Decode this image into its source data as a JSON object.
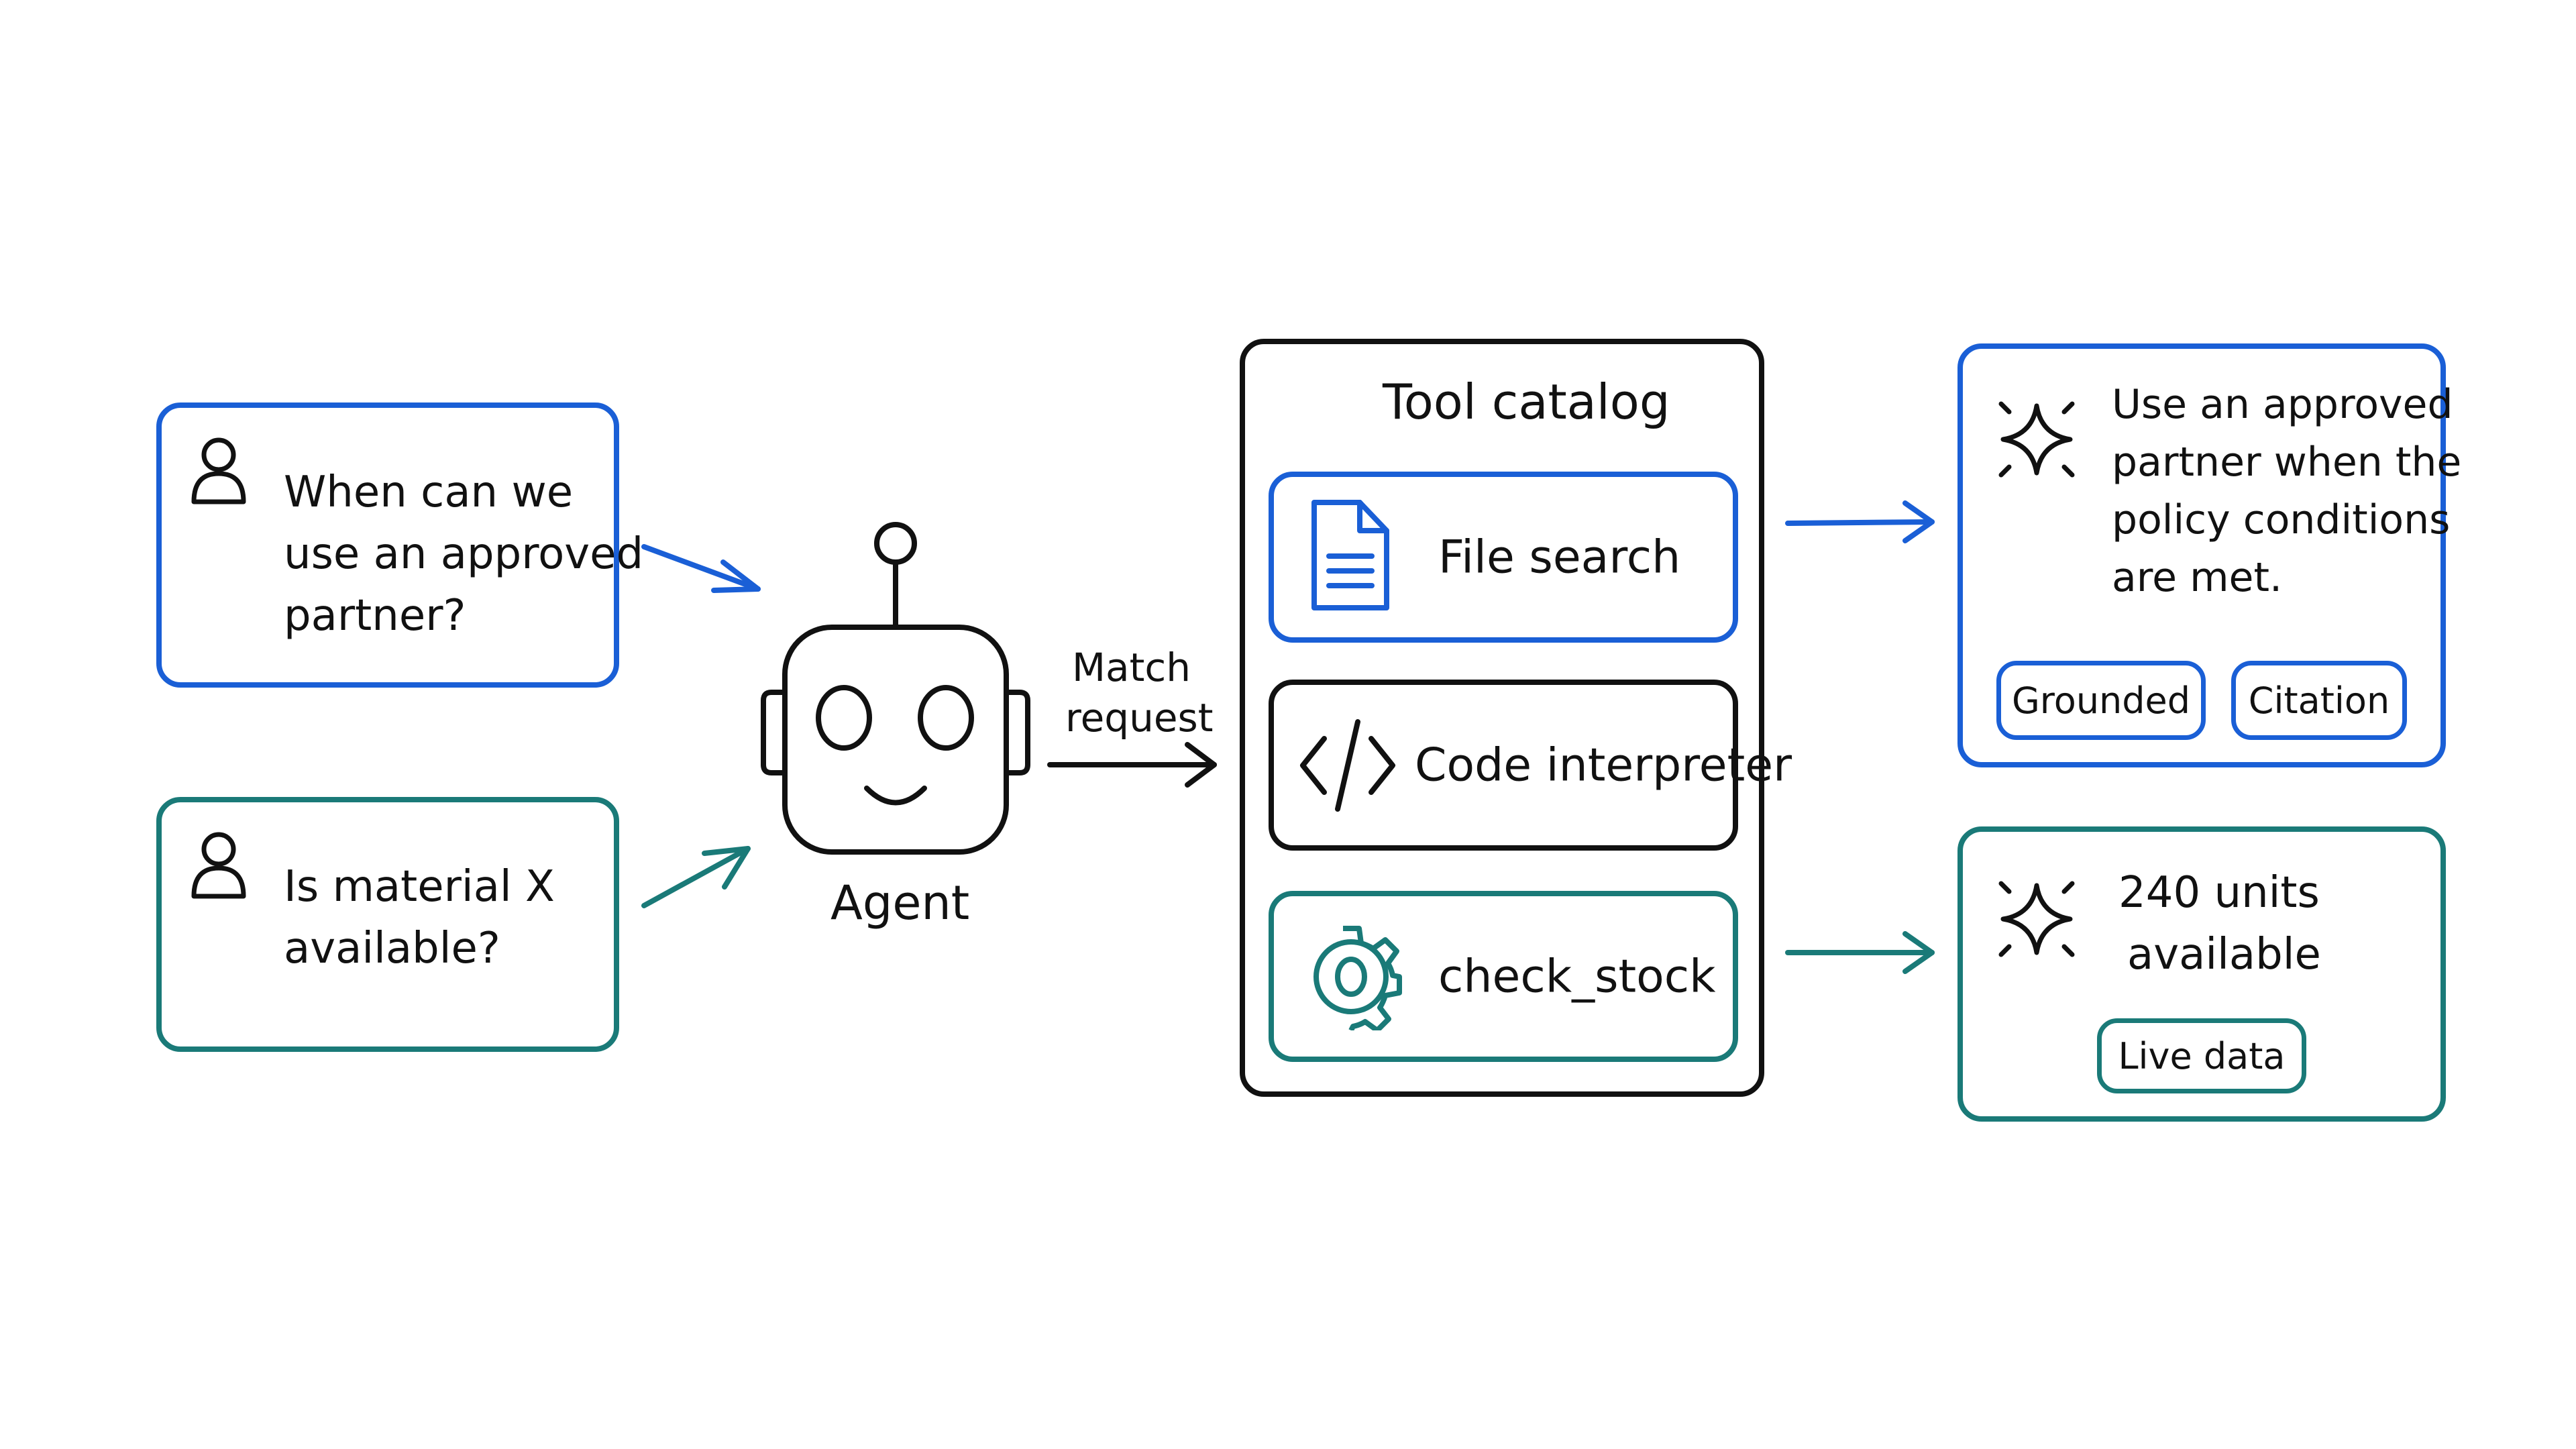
{
  "questions": [
    {
      "line1": "When can we",
      "line2": "use an approved",
      "line3": "partner?",
      "color": "#1a5fd6",
      "icon": "user-icon"
    },
    {
      "line1": "Is material X",
      "line2": "available?",
      "color": "#1a7a78",
      "icon": "user-icon"
    }
  ],
  "agent": {
    "label": "Agent",
    "icon": "robot-icon"
  },
  "connector": {
    "line1": "Match",
    "line2": "request"
  },
  "catalog": {
    "title": "Tool catalog",
    "tools": [
      {
        "label": "File search",
        "icon": "document-icon",
        "color": "#1a5fd6"
      },
      {
        "label": "Code interpreter",
        "icon": "code-icon",
        "color": "#111111"
      },
      {
        "label": "check_stock",
        "icon": "gear-icon",
        "color": "#1a7a78"
      }
    ]
  },
  "answers": [
    {
      "line1": "Use an approved",
      "line2": "partner when the",
      "line3": "policy conditions",
      "line4": "are met.",
      "chips": [
        "Grounded",
        "Citation"
      ],
      "icon": "sparkle-icon",
      "color": "#1a5fd6"
    },
    {
      "line1": "240 units",
      "line2": "available",
      "chips": [
        "Live data"
      ],
      "icon": "sparkle-icon",
      "color": "#1a7a78"
    }
  ]
}
